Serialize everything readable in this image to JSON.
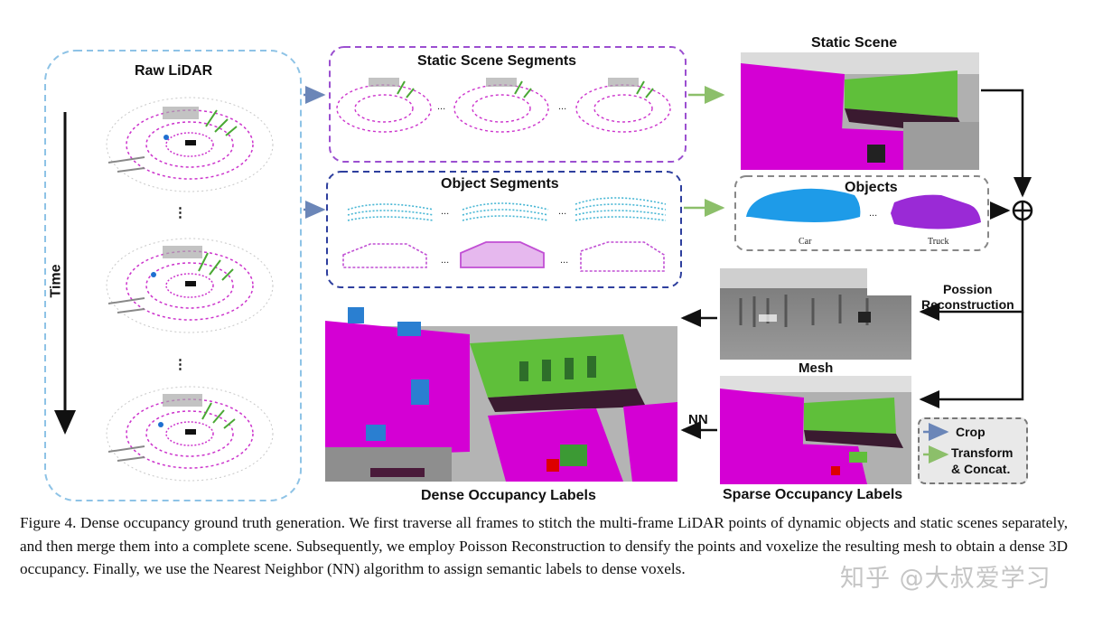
{
  "figure": {
    "raw_lidar": {
      "title": "Raw LiDAR",
      "time_label": "Time",
      "ellipsis_1": "⋮",
      "ellipsis_2": "⋮"
    },
    "static_segments": {
      "title": "Static Scene Segments",
      "ellipsis": "..."
    },
    "object_segments": {
      "title": "Object Segments",
      "ellipsis": "..."
    },
    "static_scene": {
      "title": "Static Scene"
    },
    "objects": {
      "title": "Objects",
      "car_label": "Car",
      "truck_label": "Truck",
      "ellipsis": "..."
    },
    "reconstruction": {
      "label_line1": "Possion",
      "label_line2": "Reconstruction"
    },
    "mesh": {
      "title": "Mesh"
    },
    "nn_label": "NN",
    "dense_labels": {
      "title": "Dense Occupancy Labels"
    },
    "sparse_labels": {
      "title": "Sparse Occupancy Labels"
    },
    "legend": {
      "crop_label": "Crop",
      "transform_label_line1": "Transform",
      "transform_label_line2": "& Concat.",
      "crop_color": "#6b86b8",
      "transform_color": "#8cbf6a"
    },
    "merge_symbol": "⊕"
  },
  "caption": {
    "text": "Figure 4. Dense occupancy ground truth generation. We first traverse all frames to stitch the multi-frame LiDAR points of dynamic objects and static scenes separately, and then merge them into a complete scene. Subsequently, we employ Poisson Reconstruction to densify the points and voxelize the resulting mesh to obtain a dense 3D occupancy. Finally, we use the Nearest Neighbor (NN) algorithm to assign semantic labels to dense voxels."
  },
  "watermark": "知乎 @大叔爱学习",
  "colors": {
    "raw_box_border": "#8ec3e6",
    "static_box_border": "#9b4fd0",
    "object_box_border": "#2e3f9e",
    "objects_box_border": "#888888",
    "magenta": "#d400d4",
    "green": "#5fbf3a",
    "car_blue": "#1e9be8",
    "truck_purple": "#9a2ad6"
  }
}
